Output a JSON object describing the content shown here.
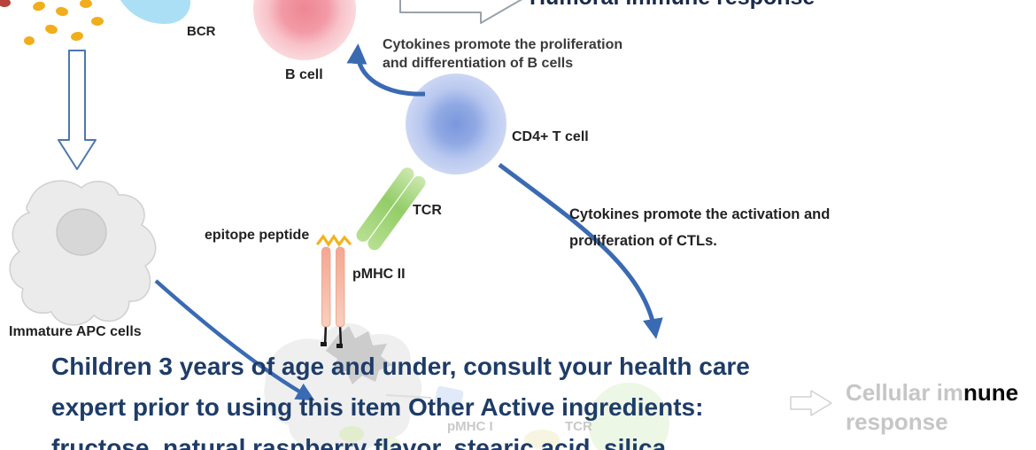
{
  "colors": {
    "arrow_blue": "#3a6ab2",
    "caption_navy": "#1e3c68",
    "faded_gray": "#c6c6c6",
    "antigen_yellow": "#f1ae1c",
    "b_cell_pink": "#f29aa6",
    "cd4_blue": "#91aae4",
    "tcr_green": "#93cd68",
    "pmhc_salmon": "#f4a791"
  },
  "diagram": {
    "bcr_label": "BCR",
    "b_cell_label": "B cell",
    "humoral_title": "Humoral immune response",
    "cytokines_b_line1": "Cytokines promote the proliferation",
    "cytokines_b_line2": "and differentiation of B cells",
    "cd4_label": "CD4+ T cell",
    "tcr_label": "TCR",
    "epitope_label": "epitope peptide",
    "pmhc2_label": "pMHC II",
    "apc_label": "Immature APC cells",
    "cytokines_ctl_line1": "Cytokines promote the activation and",
    "cytokines_ctl_line2": "proliferation of CTLs.",
    "pmhc1_label": "pMHC I",
    "tcr_bottom_label": "TCR",
    "cellular_line1_gray": "Cellular im",
    "cellular_line1_black": "nune",
    "cellular_line2": "response"
  },
  "caption": {
    "line1": "Children 3 years of age and under, consult your health care",
    "line2": "expert prior to using this item Other Active ingredients:",
    "line3": "fructose, natural raspberry flavor, stearic acid, silica"
  }
}
